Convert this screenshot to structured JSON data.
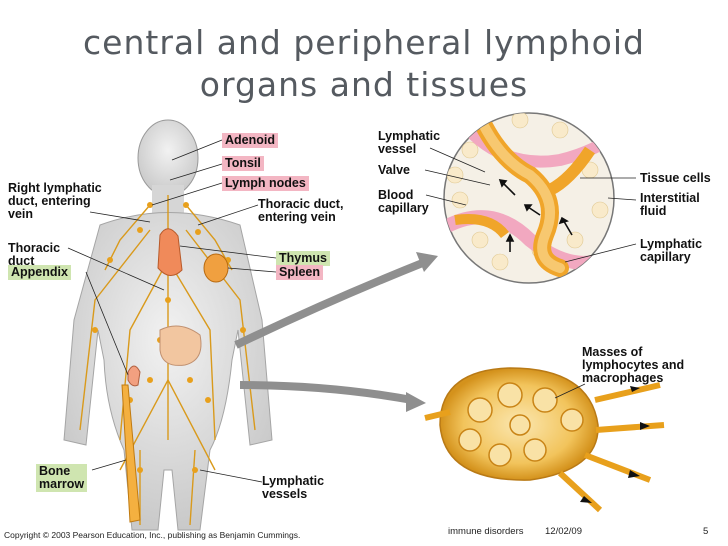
{
  "slide": {
    "title_line1": "central and peripheral lymphoid",
    "title_line2": "organs and tissues"
  },
  "labels": {
    "adenoid": "Adenoid",
    "tonsil": "Tonsil",
    "lymph_nodes": "Lymph nodes",
    "right_lymphatic_duct": "Right lymphatic\nduct, entering\nvein",
    "thoracic_duct_entering": "Thoracic duct,\nentering vein",
    "thoracic_duct": "Thoracic\nduct",
    "thymus": "Thymus",
    "appendix": "Appendix",
    "spleen": "Spleen",
    "bone_marrow": "Bone\nmarrow",
    "lymphatic_vessels": "Lymphatic\nvessels",
    "lymphatic_vessel": "Lymphatic\nvessel",
    "valve": "Valve",
    "blood_capillary": "Blood\ncapillary",
    "tissue_cells": "Tissue cells",
    "interstitial_fluid": "Interstitial\nfluid",
    "lymphatic_capillary": "Lymphatic\ncapillary",
    "masses": "Masses of\nlymphocytes and\nmacrophages"
  },
  "footer": {
    "copyright": "Copyright © 2003 Pearson Education, Inc., publishing as Benjamin Cummings.",
    "topic": "immune disorders",
    "date": "12/02/09",
    "page": "5"
  },
  "colors": {
    "pink_label": "#f3b6c3",
    "green_label": "#cfe5b0",
    "lymph": "#e8a01c",
    "title": "#555a60"
  }
}
